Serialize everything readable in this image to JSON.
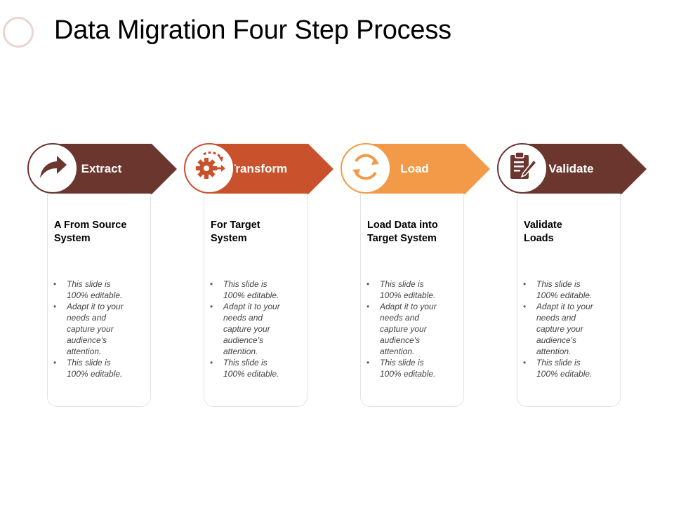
{
  "title": "Data Migration Four Step Process",
  "steps": [
    {
      "label": "Extract",
      "color": "#6b362e",
      "icon": "curved-arrow-icon",
      "heading": [
        "A From Source",
        "System"
      ],
      "bullets": [
        [
          "This slide is",
          "100% editable."
        ],
        [
          " Adapt it to your",
          "needs and",
          "capture your",
          "audience's",
          "attention."
        ],
        [
          "This slide is",
          "100% editable."
        ]
      ]
    },
    {
      "label": "Transform",
      "color": "#c9512c",
      "icon": "gear-arrows-icon",
      "heading": [
        "For Target",
        "System"
      ],
      "bullets": [
        [
          "This slide is",
          "100% editable."
        ],
        [
          " Adapt it to your",
          "needs and",
          "capture your",
          "audience's",
          "attention."
        ],
        [
          "This slide is",
          "100% editable."
        ]
      ]
    },
    {
      "label": "Load",
      "color": "#f39a48",
      "icon": "refresh-icon",
      "heading": [
        "Load Data into",
        "Target System"
      ],
      "bullets": [
        [
          "This slide is",
          "100% editable."
        ],
        [
          " Adapt it to your",
          "needs and",
          "capture your",
          "audience's",
          "attention."
        ],
        [
          "This slide is",
          "100% editable."
        ]
      ]
    },
    {
      "label": "Validate",
      "color": "#6b362e",
      "icon": "clipboard-pen-icon",
      "heading": [
        "Validate",
        "Loads"
      ],
      "bullets": [
        [
          "This slide is",
          "100% editable."
        ],
        [
          " Adapt it to your",
          "needs and",
          "capture your",
          "audience's",
          "attention."
        ],
        [
          "This slide is",
          "100% editable."
        ]
      ]
    }
  ]
}
